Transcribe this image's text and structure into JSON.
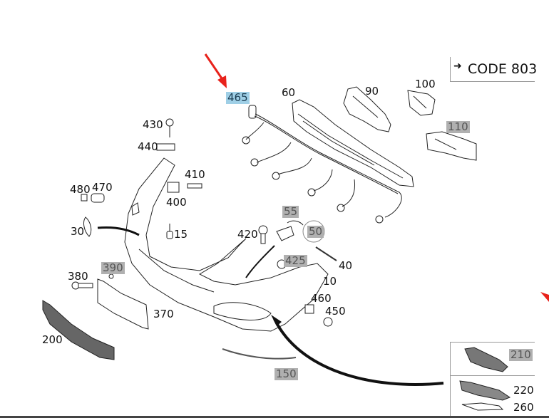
{
  "diagram": {
    "title": "Front bumper exploded parts diagram",
    "code_reference": "CODE 803",
    "highlighted_part": "465",
    "colors": {
      "highlight_blue": "#9fcfe6",
      "grey_label": "#b0b0b0",
      "pointer_red": "#e8221b",
      "line": "#111111"
    },
    "parts": [
      {
        "id": "465",
        "style": "highlighted"
      },
      {
        "id": "60",
        "style": "normal"
      },
      {
        "id": "90",
        "style": "normal"
      },
      {
        "id": "100",
        "style": "normal"
      },
      {
        "id": "110",
        "style": "grey"
      },
      {
        "id": "430",
        "style": "normal"
      },
      {
        "id": "440",
        "style": "normal"
      },
      {
        "id": "410",
        "style": "normal"
      },
      {
        "id": "400",
        "style": "normal"
      },
      {
        "id": "480",
        "style": "normal"
      },
      {
        "id": "470",
        "style": "normal"
      },
      {
        "id": "30",
        "style": "normal"
      },
      {
        "id": "15",
        "style": "normal"
      },
      {
        "id": "55",
        "style": "grey"
      },
      {
        "id": "50",
        "style": "grey"
      },
      {
        "id": "420",
        "style": "normal"
      },
      {
        "id": "425",
        "style": "grey"
      },
      {
        "id": "40",
        "style": "normal"
      },
      {
        "id": "10",
        "style": "normal"
      },
      {
        "id": "460",
        "style": "normal"
      },
      {
        "id": "450",
        "style": "normal"
      },
      {
        "id": "380",
        "style": "normal"
      },
      {
        "id": "390",
        "style": "grey"
      },
      {
        "id": "370",
        "style": "normal"
      },
      {
        "id": "200",
        "style": "normal"
      },
      {
        "id": "150",
        "style": "grey"
      },
      {
        "id": "210",
        "style": "grey"
      },
      {
        "id": "220",
        "style": "normal"
      },
      {
        "id": "260",
        "style": "normal"
      }
    ]
  }
}
